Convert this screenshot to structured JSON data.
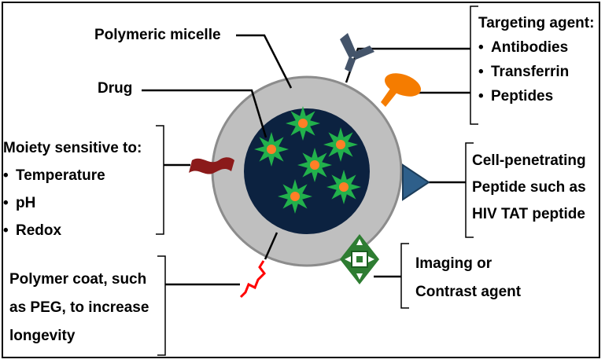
{
  "labels": {
    "polymeric_micelle": "Polymeric micelle",
    "drug": "Drug",
    "targeting_agent": {
      "heading": "Targeting agent:",
      "items": [
        "Antibodies",
        "Transferrin",
        "Peptides"
      ]
    },
    "moiety": {
      "heading": "Moiety sensitive to:",
      "items": [
        "Temperature",
        "pH",
        "Redox"
      ]
    },
    "cell_penetrating": {
      "lines": [
        "Cell-penetrating",
        "Peptide such as",
        "HIV TAT peptide"
      ]
    },
    "imaging": {
      "lines": [
        "Imaging or",
        "Contrast agent"
      ]
    },
    "polymer_coat": {
      "lines": [
        "Polymer coat, such",
        "as PEG, to increase",
        "longevity"
      ]
    }
  },
  "colors": {
    "shell": "#bfbfbf",
    "core": "#0c2240",
    "drug_star": "#22b14c",
    "drug_center": "#ff7f27",
    "antibody": "#44546a",
    "transferrin": "#f57c00",
    "moiety_ribbon": "#8b1a1a",
    "peptide_triangle": "#2e5f8a",
    "peg_chain": "#ff0000",
    "imaging_agent": "#2e7d32"
  },
  "icons": [
    "antibody-icon",
    "transferrin-icon",
    "moiety-ribbon-icon",
    "peptide-triangle-icon",
    "imaging-agent-icon",
    "peg-chain-icon",
    "drug-star-icon"
  ]
}
